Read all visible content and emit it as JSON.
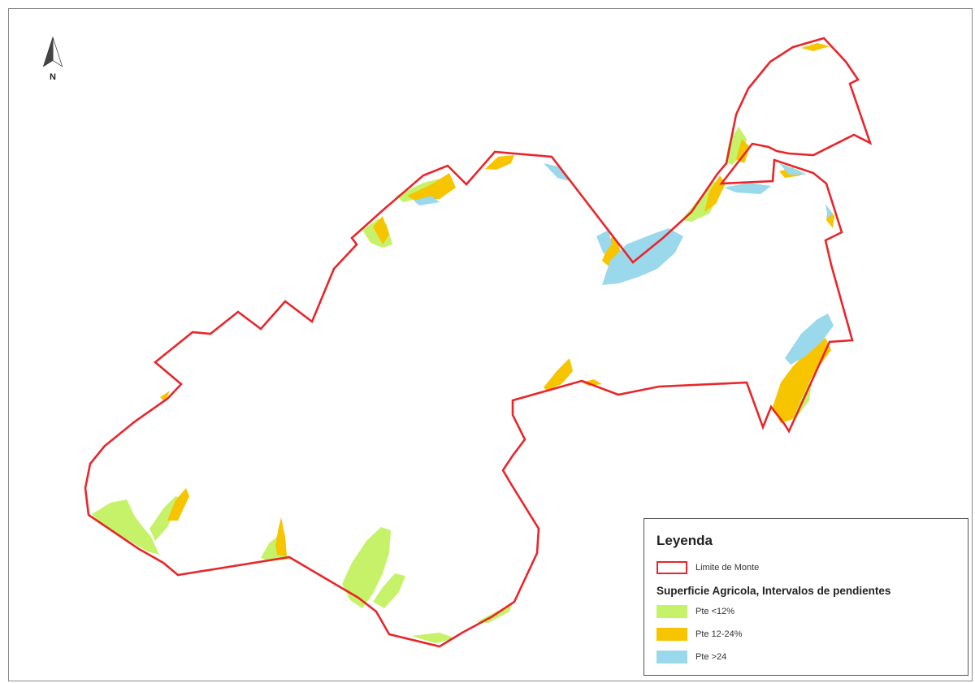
{
  "map": {
    "north_arrow": {
      "label": "N"
    },
    "colors": {
      "boundary": "#e8262b",
      "pte_lt12": "#c6f26a",
      "pte_12_24": "#f7c400",
      "pte_gt24": "#9ad8ec"
    }
  },
  "legend": {
    "title": "Leyenda",
    "boundary_label": "Limite de Monte",
    "subtitle": "Superficie Agricola, Intervalos de pendientes",
    "items": [
      {
        "label": "Pte <12%",
        "color": "#c6f26a"
      },
      {
        "label": "Pte 12-24%",
        "color": "#f7c400"
      },
      {
        "label": "Pte >24",
        "color": "#9ad8ec"
      }
    ]
  }
}
